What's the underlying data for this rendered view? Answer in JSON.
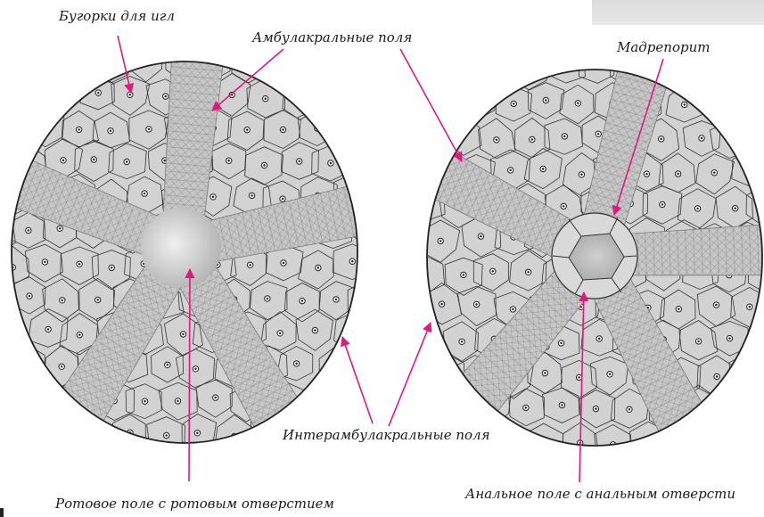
{
  "labels": {
    "spine_tubercles": "Бугорки для игл",
    "ambulacral_fields": "Амбулакральные поля",
    "madreporite": "Мадрепорит",
    "interambulacral_fields": "Интерамбулакральные поля",
    "oral_field": "Ротовое поле с ротовым отверстием",
    "anal_field": "Анальное поле с анальным отверсти"
  },
  "colors": {
    "plate_fill": "#d2d2d2",
    "plate_edge": "#333333",
    "ambulacral_fill": "#c6c6c6",
    "ambulacral_mesh": "#8a8a8a",
    "disc_outline": "#222222",
    "arrow": "#e0197d",
    "oral_field_center": "#efefef",
    "oral_field_edge": "#b4b4b4"
  }
}
